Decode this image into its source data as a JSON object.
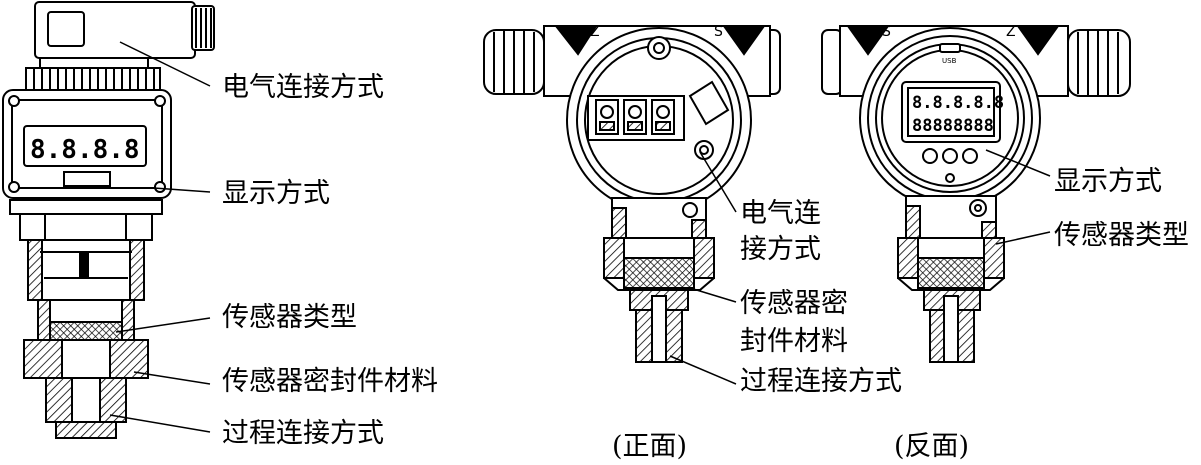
{
  "left_device": {
    "labels": {
      "electrical": "电气连接方式",
      "display": "显示方式",
      "sensor": "传感器类型",
      "seal": "传感器密封件材料",
      "process": "过程连接方式"
    },
    "display_digits": "8.8.8.8"
  },
  "front_view": {
    "caption": "(正面)",
    "zone_left": "Z",
    "zone_right": "S",
    "labels": {
      "electrical_line1": "电气连",
      "electrical_line2": "接方式",
      "seal_line1": "传感器密",
      "seal_line2": "封件材料",
      "process": "过程连接方式"
    }
  },
  "back_view": {
    "caption": "(反面)",
    "zone_left": "S",
    "zone_right": "Z",
    "usb": "USB",
    "display_digits_top": "8.8.8.8.8",
    "display_digits_bottom": "88888888",
    "labels": {
      "display": "显示方式",
      "sensor": "传感器类型"
    }
  },
  "colors": {
    "ink": "#000000",
    "background": "#ffffff"
  }
}
